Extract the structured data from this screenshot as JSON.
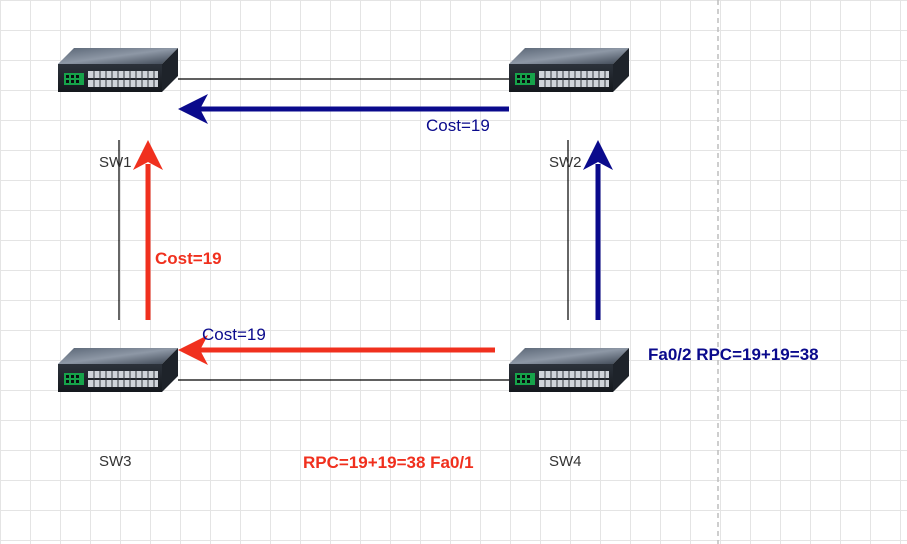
{
  "switches": {
    "sw1": {
      "name": "SW1",
      "icon": "network-switch-icon"
    },
    "sw2": {
      "name": "SW2",
      "icon": "network-switch-icon"
    },
    "sw3": {
      "name": "SW3",
      "icon": "network-switch-icon"
    },
    "sw4": {
      "name": "SW4",
      "icon": "network-switch-icon"
    }
  },
  "labels": {
    "cost_sw2_sw1": "Cost=19",
    "cost_sw3_sw1": "Cost=19",
    "cost_sw4_sw3": "Cost=19",
    "rpc_sw4_fa02": "Fa0/2  RPC=19+19=38",
    "rpc_sw4_fa01": "RPC=19+19=38  Fa0/1"
  },
  "colors": {
    "red": "#f0301e",
    "blue": "#0a0a8c",
    "link": "#000000"
  }
}
